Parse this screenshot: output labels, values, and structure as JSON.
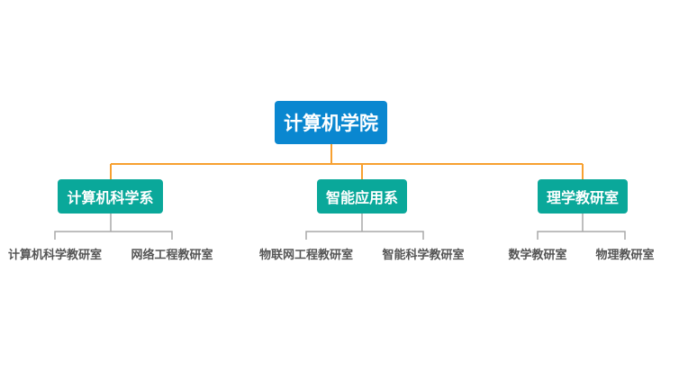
{
  "root": {
    "label": "计算机学院"
  },
  "departments": [
    {
      "label": "计算机科学系",
      "offices": [
        "计算机科学教研室",
        "网络工程教研室"
      ]
    },
    {
      "label": "智能应用系",
      "offices": [
        "物联网工程教研室",
        "智能科学教研室"
      ]
    },
    {
      "label": "理学教研室",
      "offices": [
        "数学教研室",
        "物理教研室"
      ]
    }
  ],
  "colors": {
    "root": "#0a87d0",
    "department": "#0aa89a",
    "connector_primary": "#f7a030",
    "connector_secondary": "#a8a8a8",
    "leaf_text": "#555555"
  }
}
